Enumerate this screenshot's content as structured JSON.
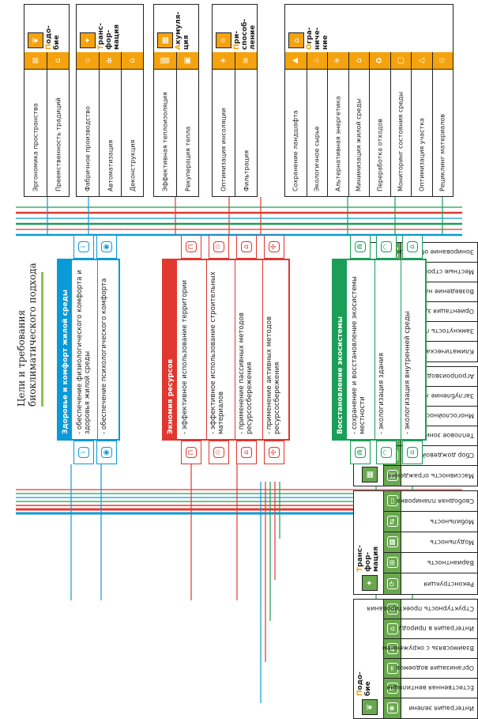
{
  "title": {
    "line1": "Цели и требования",
    "line2": "биоклиматического подхода"
  },
  "colors": {
    "blue": "#0b9ad8",
    "red": "#e03830",
    "green": "#1b9e58",
    "olive": "#6aa84f",
    "orange": "#f4a20e",
    "line": "#222222"
  },
  "left_groups": [
    {
      "title_first": "П",
      "title_rest": [
        "одо-",
        "бие"
      ],
      "icon": "leaf-icon",
      "items": [
        {
          "label": "Интеграция зелени",
          "icon": "plant-icon"
        },
        {
          "label": "Естественная вентиляция",
          "icon": "air-cycle-icon"
        },
        {
          "label": "Организация водоемов",
          "icon": "water-waves-icon"
        },
        {
          "label": "Взаимосвязь с окружением",
          "icon": "arrows-icon"
        },
        {
          "label": "Интеграция в природу",
          "icon": "house-tree-icon"
        },
        {
          "label": "Структурность проектирования",
          "icon": "spiral-icon"
        }
      ]
    },
    {
      "title_first": "Т",
      "title_rest": [
        "ранс-",
        "фор-",
        "мация"
      ],
      "icon": "tools-icon",
      "items": [
        {
          "label": "Реконструкция",
          "icon": "circle-arrows-icon"
        },
        {
          "label": "Вариантность",
          "icon": "variants-icon"
        },
        {
          "label": "Модульность",
          "icon": "grid-icon"
        },
        {
          "label": "Мобильность",
          "icon": "move-icon"
        },
        {
          "label": "Свободная планировка",
          "icon": "plan-icon"
        }
      ]
    },
    {
      "title_first": "А",
      "title_rest": [
        "кумуля-",
        "ция"
      ],
      "icon": "battery-icon",
      "items": [
        {
          "label": "Массивность ограждения",
          "icon": "wall-icon"
        },
        {
          "label": "Сбор дождевой воды",
          "icon": "rain-icon"
        },
        {
          "label": "Тепловое зонирование",
          "icon": "thermo-house-icon"
        },
        {
          "label": "Многослойность оболочки",
          "icon": "layers-icon"
        },
        {
          "label": "Заглубление жилища",
          "icon": "buried-house-icon"
        },
        {
          "label": "Агропроизводство",
          "icon": "sprout-icon"
        }
      ]
    },
    {
      "title_first": "П",
      "title_rest": [
        "ри-",
        "способ-",
        "ление"
      ],
      "icon": "adapt-icon",
      "items": [
        {
          "label": "Климатическая колористика",
          "icon": "palette-icon"
        },
        {
          "label": "Замкнутость пространства",
          "icon": "closed-space-icon"
        },
        {
          "label": "Ориентация здания",
          "icon": "compass-icon"
        },
        {
          "label": "Возведение на опоры",
          "icon": "stilts-icon"
        },
        {
          "label": "Местные стройматериалы",
          "icon": "materials-icon"
        },
        {
          "label": "Зонирование оболочки",
          "icon": "zones-icon"
        }
      ]
    }
  ],
  "center_boxes": [
    {
      "title": "Здоровье и комфорт жилой среды",
      "color": "blue",
      "rows": [
        {
          "text": "- обеспечение физиологического комфорта и здоровья жилой среды",
          "icon": "thermometer-icon"
        },
        {
          "text": "- обеспечение психологического комфорта",
          "icon": "eye-icon"
        }
      ]
    },
    {
      "title": "Экномия ресурсов",
      "color": "red",
      "rows": [
        {
          "text": "- эффективное использование территории",
          "icon": "territory-icon"
        },
        {
          "text": "- эффективное использование строительных материалов",
          "icon": "recycle-icon"
        },
        {
          "text": "- применение пассивных методов ресурсосбережения",
          "icon": "passive-house-icon"
        },
        {
          "text": "- применение активных методов ресурсосбережения",
          "icon": "wind-turbine-icon"
        }
      ]
    },
    {
      "title": "Восстановление экосистемы",
      "color": "green",
      "rows": [
        {
          "text": "- сохранение и восстановление экосистемы местности",
          "icon": "ecosystem-icon"
        },
        {
          "text": "- экологизация здания",
          "icon": "eco-building-icon"
        },
        {
          "text": "- экологизация внутренней среды",
          "icon": "eco-interior-icon"
        }
      ]
    }
  ],
  "top_groups": [
    {
      "title_first": "П",
      "title_rest": [
        "одо-",
        "бие"
      ],
      "icon": "leaf-icon",
      "items": [
        {
          "label": "Эргономика пространства",
          "icon": "ergonomics-icon"
        },
        {
          "label": "Преемственность традиций",
          "icon": "tradition-icon"
        }
      ]
    },
    {
      "title_first": "Т",
      "title_rest": [
        "ранс-",
        "фор-",
        "мация"
      ],
      "icon": "tools-icon",
      "items": [
        {
          "label": "Фабричное производство",
          "icon": "factory-icon"
        },
        {
          "label": "Автоматизация",
          "icon": "automation-icon"
        },
        {
          "label": "Деконструкция",
          "icon": "deconstruct-icon"
        }
      ]
    },
    {
      "title_first": "А",
      "title_rest": [
        "кумуля-",
        "ция"
      ],
      "icon": "battery-icon",
      "items": [
        {
          "label": "Эффективная теплоизоляция",
          "icon": "insulation-icon"
        },
        {
          "label": "Рекуперация тепла",
          "icon": "heat-recovery-icon"
        }
      ]
    },
    {
      "title_first": "П",
      "title_rest": [
        "ри-",
        "способ-",
        "ление"
      ],
      "icon": "adapt-icon",
      "items": [
        {
          "label": "Оптимизация инсоляции",
          "icon": "sun-icon"
        },
        {
          "label": "Фильтрация",
          "icon": "filter-icon"
        }
      ]
    },
    {
      "title_first": "О",
      "title_rest": [
        "гра-",
        "ниче-",
        "ние"
      ],
      "icon": "limit-icon",
      "items": [
        {
          "label": "Сохранение ландшафта",
          "icon": "landscape-icon"
        },
        {
          "label": "Экологичное сырье",
          "icon": "eco-material-icon"
        },
        {
          "label": "Альтернативная энергетика",
          "icon": "alt-energy-icon"
        },
        {
          "label": "Минимизация жилой среды",
          "icon": "minimize-icon"
        },
        {
          "label": "Переработка отходов",
          "icon": "waste-recycle-icon"
        },
        {
          "label": "Мониторинг состояния среды",
          "icon": "monitor-icon"
        },
        {
          "label": "Оптимизация участка",
          "icon": "site-icon"
        },
        {
          "label": "Рециклинг материалов",
          "icon": "material-recycle-icon"
        }
      ]
    }
  ]
}
